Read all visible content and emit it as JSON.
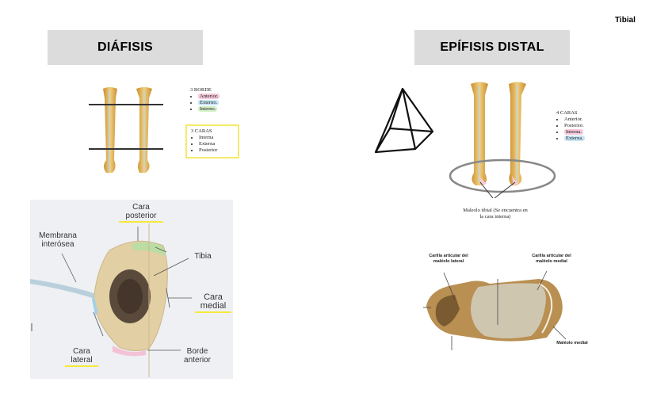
{
  "corner_label": "Tibial",
  "left": {
    "title": "DIÁFISIS",
    "borders": {
      "heading": "3 BORDE",
      "items": [
        "Anterior.",
        "Externo.",
        "Interno."
      ]
    },
    "faces": {
      "heading": "3 CARAS",
      "items": [
        "Interna",
        "Externa",
        "Posterior"
      ]
    },
    "section_labels": {
      "posterior_1": "Cara",
      "posterior_2": "posterior",
      "membrane_1": "Membrana",
      "membrane_2": "interósea",
      "tibia": "Tibia",
      "medial_1": "Cara",
      "medial_2": "medial",
      "lateral_1": "Cara",
      "lateral_2": "lateral",
      "anterior_1": "Borde",
      "anterior_2": "anterior"
    }
  },
  "right": {
    "title": "EPÍFISIS DISTAL",
    "faces": {
      "heading": "4 CARAS",
      "items": [
        "Anterior.",
        "Posterior.",
        "Interna.",
        "Externa."
      ]
    },
    "malleolus_note": "Maleolo tibial (Se encuentra en la cara interna)",
    "bottom_labels": {
      "lateral_facet": "Carilla articular del maléolo lateral",
      "medial_facet": "Carilla articular del maléolo medial",
      "medial_malleolus": "Maléolo medial"
    }
  },
  "colors": {
    "title_bg": "#dcdcdc",
    "bone": "#e8b858",
    "highlight_yellow": "#f5ea3a",
    "highlight_pink": "#f6c9dc",
    "highlight_blue": "#c9e6f6",
    "highlight_green": "#d5f0c8"
  }
}
